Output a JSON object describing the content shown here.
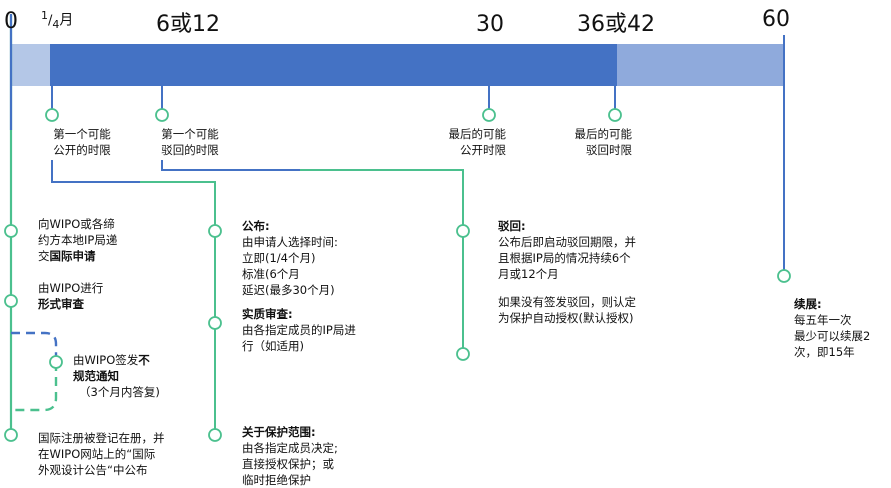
{
  "axis": {
    "ticks": {
      "t0": "0",
      "quarter_num": "1",
      "quarter_sep": "/",
      "quarter_den": "4",
      "quarter_unit": "月",
      "t6": "6或12",
      "t30": "30",
      "t36": "36或42",
      "t60": "60"
    }
  },
  "milestones": {
    "first_publish": [
      "第一个可能",
      "公开的时限"
    ],
    "first_refusal": [
      "第一个可能",
      "驳回的时限"
    ],
    "last_publish": [
      "最后的可能",
      "公开时限"
    ],
    "last_refusal": [
      "最后的可能",
      "驳回时限"
    ]
  },
  "col1": {
    "filing": [
      "向WIPO或各缔",
      "约方本地IP局递",
      "交",
      "国际申请"
    ],
    "formal": [
      "由WIPO进行",
      "形式审查"
    ],
    "irregularity": [
      "由WIPO签发",
      "不",
      "规范通知",
      "（3个月内答复)"
    ],
    "registration": [
      "国际注册被登记在册，并",
      "在WIPO网站上的“国际",
      "外观设计公告“中公布"
    ]
  },
  "col2": {
    "publication_title": "公布:",
    "publication_lines": [
      "由申请人选择时间:",
      "立即(1/4个月)",
      "标准(6个月",
      "延迟(最多30个月)"
    ],
    "substantive_title": "实质审查:",
    "substantive_lines": [
      "由各指定成员的IP局进",
      "行（如适用)"
    ],
    "scope_title": "关于保护范围:",
    "scope_lines": [
      "由各指定成员决定;",
      "直接授权保护；或",
      "临时拒绝保护"
    ]
  },
  "col3": {
    "refusal_title": "驳回:",
    "refusal_lines": [
      "公布后即启动驳回期限，并",
      "且根据IP局的情况持续6个",
      "月或12个月"
    ],
    "default_lines": [
      "如果没有签发驳回，则认定",
      "为保护自动授权(默认授权)"
    ]
  },
  "col4": {
    "renewal_title": "续展:",
    "renewal_lines": [
      "每五年一次",
      "最少可以续展2",
      "次，即15年"
    ]
  },
  "colors": {
    "bar_dark": "#4472C4",
    "bar_light": "#B4C7E7",
    "bar_mid": "#8FAADC",
    "line_blue": "#4472C4",
    "line_green": "#4BC08E"
  }
}
